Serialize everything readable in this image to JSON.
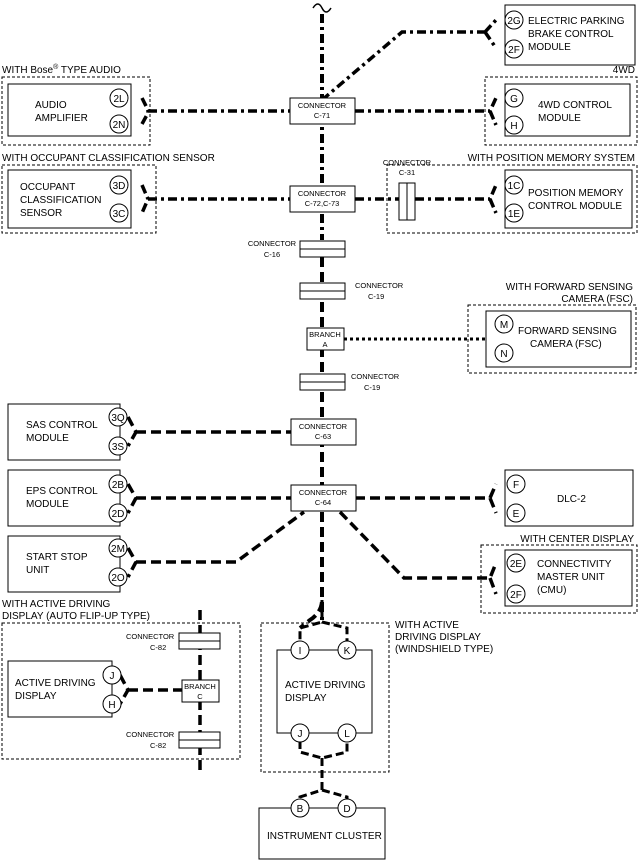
{
  "wiring": {
    "trunk_color": "#000000",
    "line_styles": [
      "solid-bus",
      "dash-dot-bus",
      "dotted-bus",
      "dashed-bus"
    ],
    "icons": [
      "wire-break-icon"
    ]
  },
  "groups": {
    "bose": "WITH Bose",
    "bose_reg": "®",
    "bose_tail": " TYPE AUDIO",
    "fourwd": "4WD",
    "occupant": "WITH OCCUPANT CLASSIFICATION SENSOR",
    "position_memory": "WITH POSITION MEMORY SYSTEM",
    "fsc_line1": "WITH FORWARD SENSING",
    "fsc_line2": "CAMERA (FSC)",
    "center_display": "WITH CENTER DISPLAY",
    "adf_line1": "WITH ACTIVE DRIVING",
    "adf_line2": "DISPLAY (AUTO FLIP-UP TYPE)",
    "adw_line1": "WITH ACTIVE",
    "adw_line2": "DRIVING DISPLAY",
    "adw_line3": "(WINDSHIELD TYPE)"
  },
  "modules": {
    "epb": {
      "line1": "ELECTRIC PARKING",
      "line2": "BRAKE CONTROL",
      "line3": "MODULE",
      "pins": [
        "2G",
        "2F"
      ]
    },
    "audio": {
      "line1": "AUDIO",
      "line2": "AMPLIFIER",
      "pins": [
        "2L",
        "2N"
      ]
    },
    "fourwd": {
      "line1": "4WD CONTROL",
      "line2": "MODULE",
      "pins": [
        "G",
        "H"
      ]
    },
    "ocs": {
      "line1": "OCCUPANT",
      "line2": "CLASSIFICATION",
      "line3": "SENSOR",
      "pins": [
        "3D",
        "3C"
      ]
    },
    "pm": {
      "line1": "POSITION MEMORY",
      "line2": "CONTROL MODULE",
      "pins": [
        "1C",
        "1E"
      ]
    },
    "fsc": {
      "line1": "FORWARD SENSING",
      "line2": "CAMERA (FSC)",
      "pins": [
        "M",
        "N"
      ]
    },
    "sas": {
      "line1": "SAS CONTROL",
      "line2": "MODULE",
      "pins": [
        "3Q",
        "3S"
      ]
    },
    "eps": {
      "line1": "EPS CONTROL",
      "line2": "MODULE",
      "pins": [
        "2B",
        "2D"
      ]
    },
    "dlc": {
      "line1": "DLC-2",
      "pins": [
        "F",
        "E"
      ]
    },
    "ssu": {
      "line1": "START STOP",
      "line2": "UNIT",
      "pins": [
        "2M",
        "2O"
      ]
    },
    "cmu": {
      "line1": "CONNECTIVITY",
      "line2": "MASTER UNIT",
      "line3": "(CMU)",
      "pins": [
        "2E",
        "2F"
      ]
    },
    "adf": {
      "line1": "ACTIVE DRIVING",
      "line2": "DISPLAY",
      "pins": [
        "J",
        "H"
      ]
    },
    "adw": {
      "line1": "ACTIVE DRIVING",
      "line2": "DISPLAY",
      "pins": [
        "I",
        "K",
        "J",
        "L"
      ]
    },
    "ic": {
      "line1": "INSTRUMENT CLUSTER",
      "pins": [
        "B",
        "D"
      ]
    }
  },
  "connectors": {
    "c71": {
      "line1": "CONNECTOR",
      "line2": "C-71"
    },
    "c7273": {
      "line1": "CONNECTOR",
      "line2": "C-72,C-73"
    },
    "c31": {
      "line1": "CONNECTOR",
      "line2": "C-31"
    },
    "c16": {
      "line1": "CONNECTOR",
      "line2": "C-16"
    },
    "c19a": {
      "line1": "CONNECTOR",
      "line2": "C-19"
    },
    "branch_a": {
      "line1": "BRANCH",
      "line2": "A"
    },
    "c19b": {
      "line1": "CONNECTOR",
      "line2": "C-19"
    },
    "c63": {
      "line1": "CONNECTOR",
      "line2": "C-63"
    },
    "c64": {
      "line1": "CONNECTOR",
      "line2": "C-64"
    },
    "c82a": {
      "line1": "CONNECTOR",
      "line2": "C-82"
    },
    "branch_c": {
      "line1": "BRANCH",
      "line2": "C"
    },
    "c82b": {
      "line1": "CONNECTOR",
      "line2": "C-82"
    }
  }
}
